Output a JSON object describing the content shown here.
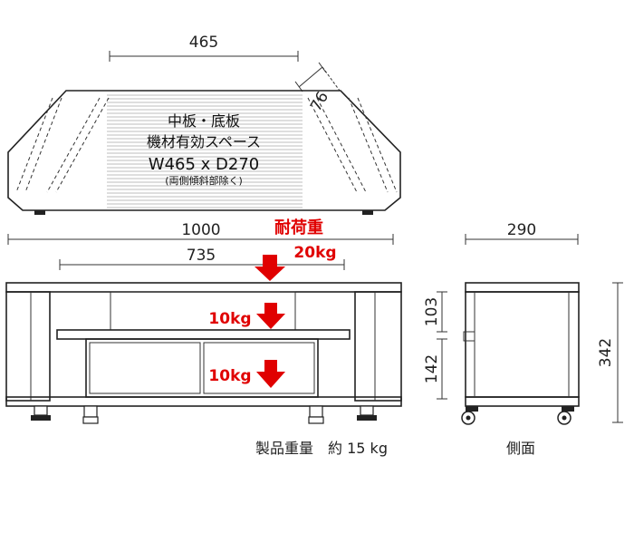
{
  "top_view": {
    "width_label": "465",
    "corner_label": "76",
    "zone_lines": [
      "中板・底板",
      "機材有効スペース",
      "W465 x D270",
      "(両側傾斜部除く)"
    ]
  },
  "front_view": {
    "width_label": "1000",
    "inner_width_label": "735",
    "load_title": "耐荷重",
    "top_load": "20kg",
    "middle_load": "10kg",
    "bottom_load": "10kg",
    "upper_height_label": "103",
    "lower_height_label": "142",
    "weight_caption": "製品重量　約 15 kg"
  },
  "side_view": {
    "depth_label": "290",
    "height_label": "342",
    "caption": "側面"
  },
  "colors": {
    "load_red": "#e00000",
    "outline": "#222222"
  }
}
